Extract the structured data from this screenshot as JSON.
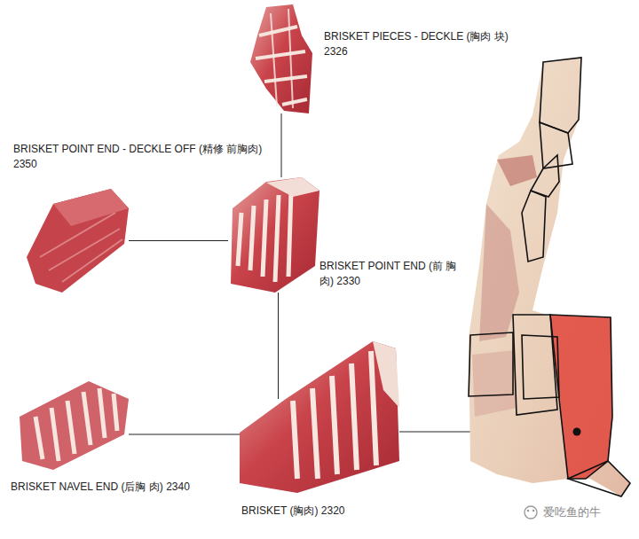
{
  "diagram": {
    "nodes": [
      {
        "text": [
          "BRISKET PIECES - DECKLE (胸肉 块) 2326"
        ]
      },
      {
        "text": [
          "BRISKET POINT END - DECKLE OFF (精修 前胸肉) 2350"
        ]
      },
      {
        "text": [
          "BRISKET POINT END (前 胸肉) 2330"
        ]
      },
      {
        "text": [
          "BRISKET NAVEL END (后胸 肉) 2340"
        ]
      },
      {
        "text": [
          "BRISKET (胸肉) 2320"
        ]
      }
    ],
    "edges": [
      {
        "from": 0,
        "to": 2,
        "arrow": "none"
      },
      {
        "from": 1,
        "to": 2,
        "arrow": "none"
      },
      {
        "from": 2,
        "to": 4,
        "arrow": "none"
      },
      {
        "from": 3,
        "to": 4,
        "arrow": "none"
      }
    ],
    "labels": [
      "爱吃鱼的牛"
    ]
  }
}
